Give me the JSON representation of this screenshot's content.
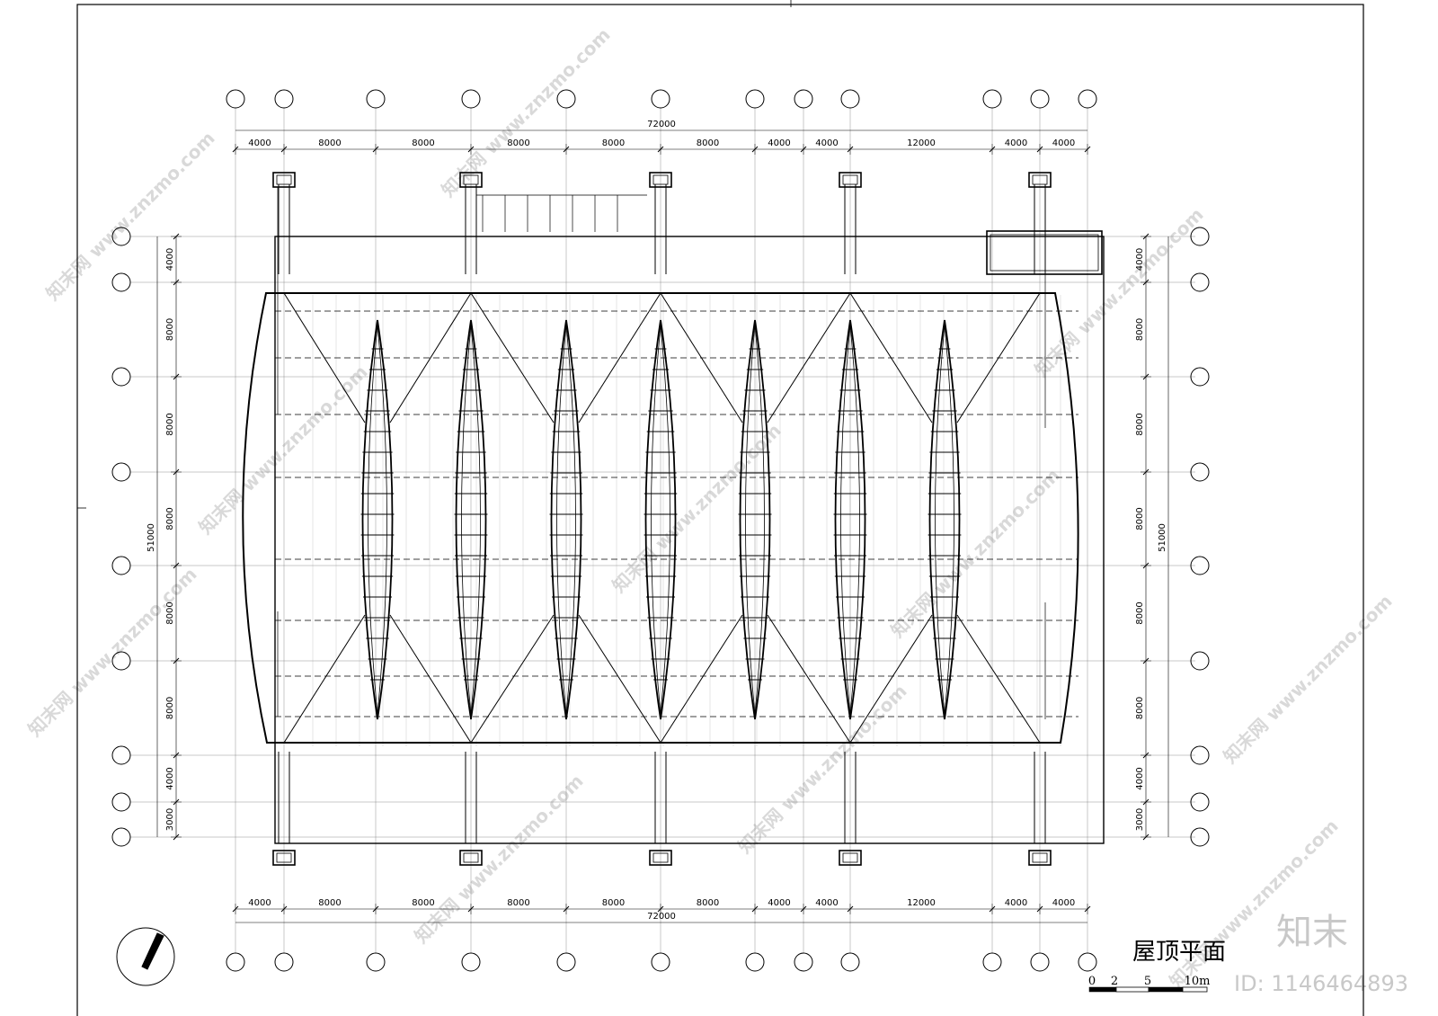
{
  "drawing": {
    "title": "屋顶平面",
    "scale_labels": [
      "0",
      "2",
      "5",
      "10m"
    ],
    "overall_horizontal": "72000",
    "overall_vertical": "51000",
    "top_dims": [
      "4000",
      "8000",
      "8000",
      "8000",
      "8000",
      "8000",
      "4000",
      "4000",
      "12000",
      "4000",
      "4000"
    ],
    "bottom_dims": [
      "4000",
      "8000",
      "8000",
      "8000",
      "8000",
      "8000",
      "4000",
      "4000",
      "12000",
      "4000",
      "4000"
    ],
    "left_dims": [
      "4000",
      "8000",
      "8000",
      "8000",
      "8000",
      "8000",
      "4000",
      "3000"
    ],
    "right_dims": [
      "4000",
      "8000",
      "8000",
      "8000",
      "8000",
      "8000",
      "4000",
      "3000"
    ]
  },
  "watermark": {
    "site": "www.znzmo.com",
    "brand": "知末网",
    "logo": "知末",
    "id": "ID: 1146464893"
  }
}
